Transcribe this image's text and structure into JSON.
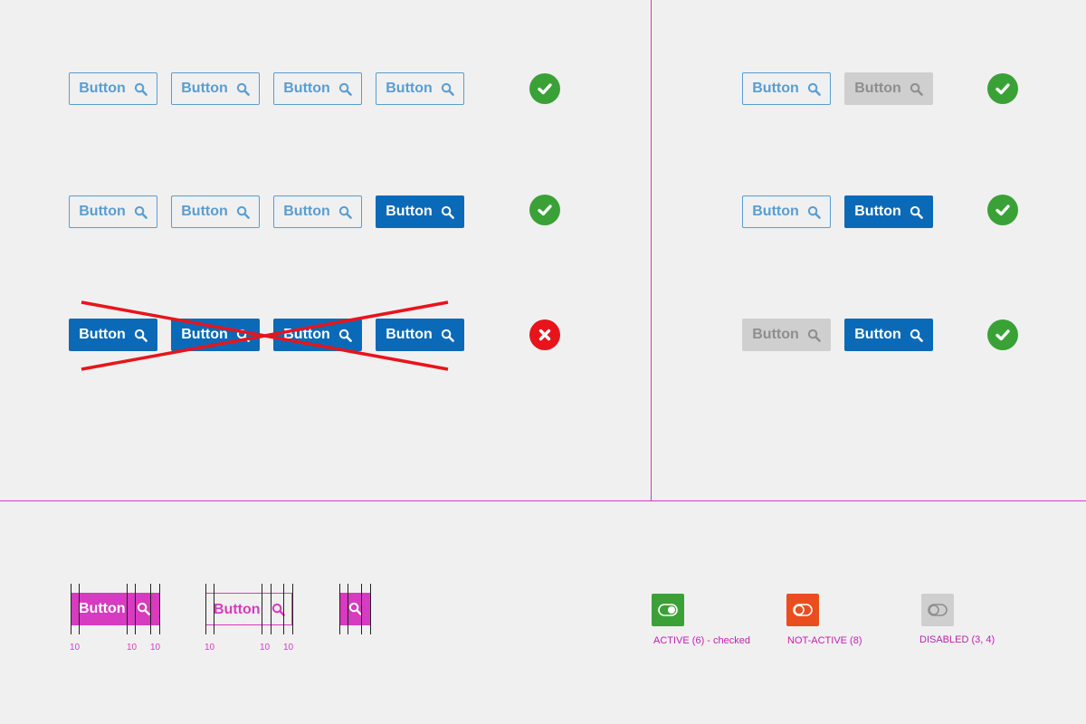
{
  "button_label": "Button",
  "colors": {
    "primary": "#0a6ab8",
    "outline": "#5a9dd0",
    "disabled": "#cfcfcf",
    "success": "#3aa137",
    "error": "#e8141b",
    "guide_magenta": "#d63bc0",
    "toggle_active": "#3aa137",
    "toggle_not_active": "#ea4e1f",
    "toggle_disabled": "#cfcfcf"
  },
  "left_rows": [
    {
      "states": [
        "outline",
        "outline",
        "outline",
        "outline"
      ],
      "status": "correct"
    },
    {
      "states": [
        "outline",
        "outline",
        "outline",
        "filled"
      ],
      "status": "correct"
    },
    {
      "states": [
        "filled",
        "filled",
        "filled",
        "filled"
      ],
      "status": "incorrect"
    }
  ],
  "right_rows": [
    {
      "states": [
        "outline",
        "disabled"
      ],
      "status": "correct"
    },
    {
      "states": [
        "outline",
        "filled"
      ],
      "status": "correct"
    },
    {
      "states": [
        "disabled",
        "filled"
      ],
      "status": "correct"
    }
  ],
  "spec": {
    "padding_labels": [
      "10",
      "10",
      "10",
      "10",
      "10",
      "10"
    ]
  },
  "toggle_legend": {
    "active": "ACTIVE (6) - checked",
    "not_active": "NOT-ACTIVE (8)",
    "disabled": "DISABLED (3, 4)"
  },
  "icons": [
    "search-icon",
    "check-icon",
    "close-icon",
    "toggle-icon"
  ]
}
